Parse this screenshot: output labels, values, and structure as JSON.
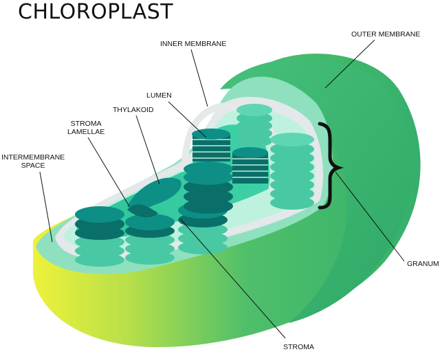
{
  "title": "CHLOROPLAST",
  "labels": {
    "outer_membrane": "OUTER MEMBRANE",
    "inner_membrane": "INNER MEMBRANE",
    "lumen": "LUMEN",
    "thylakoid": "THYLAKOID",
    "stroma_lamellae_line1": "STROMA",
    "stroma_lamellae_line2": "LAMELLAE",
    "intermembrane_space_line1": "INTERMEMBRANE",
    "intermembrane_space_line2": "SPACE",
    "granum": "GRANUM",
    "stroma": "STROMA"
  },
  "colors": {
    "outer_green": "#3cb46e",
    "outer_yellow": "#e6ee32",
    "intermembrane": "#8fe0bf",
    "inner_membrane": "#e6e9ea",
    "stroma": "#2fc39a",
    "stroma_light": "#bff2de",
    "thylakoid_top": "#0e8f86",
    "thylakoid_side": "#0a6f69",
    "granum_light": "#49c9a3",
    "bracket": "#111111",
    "leader_line": "#111111"
  }
}
